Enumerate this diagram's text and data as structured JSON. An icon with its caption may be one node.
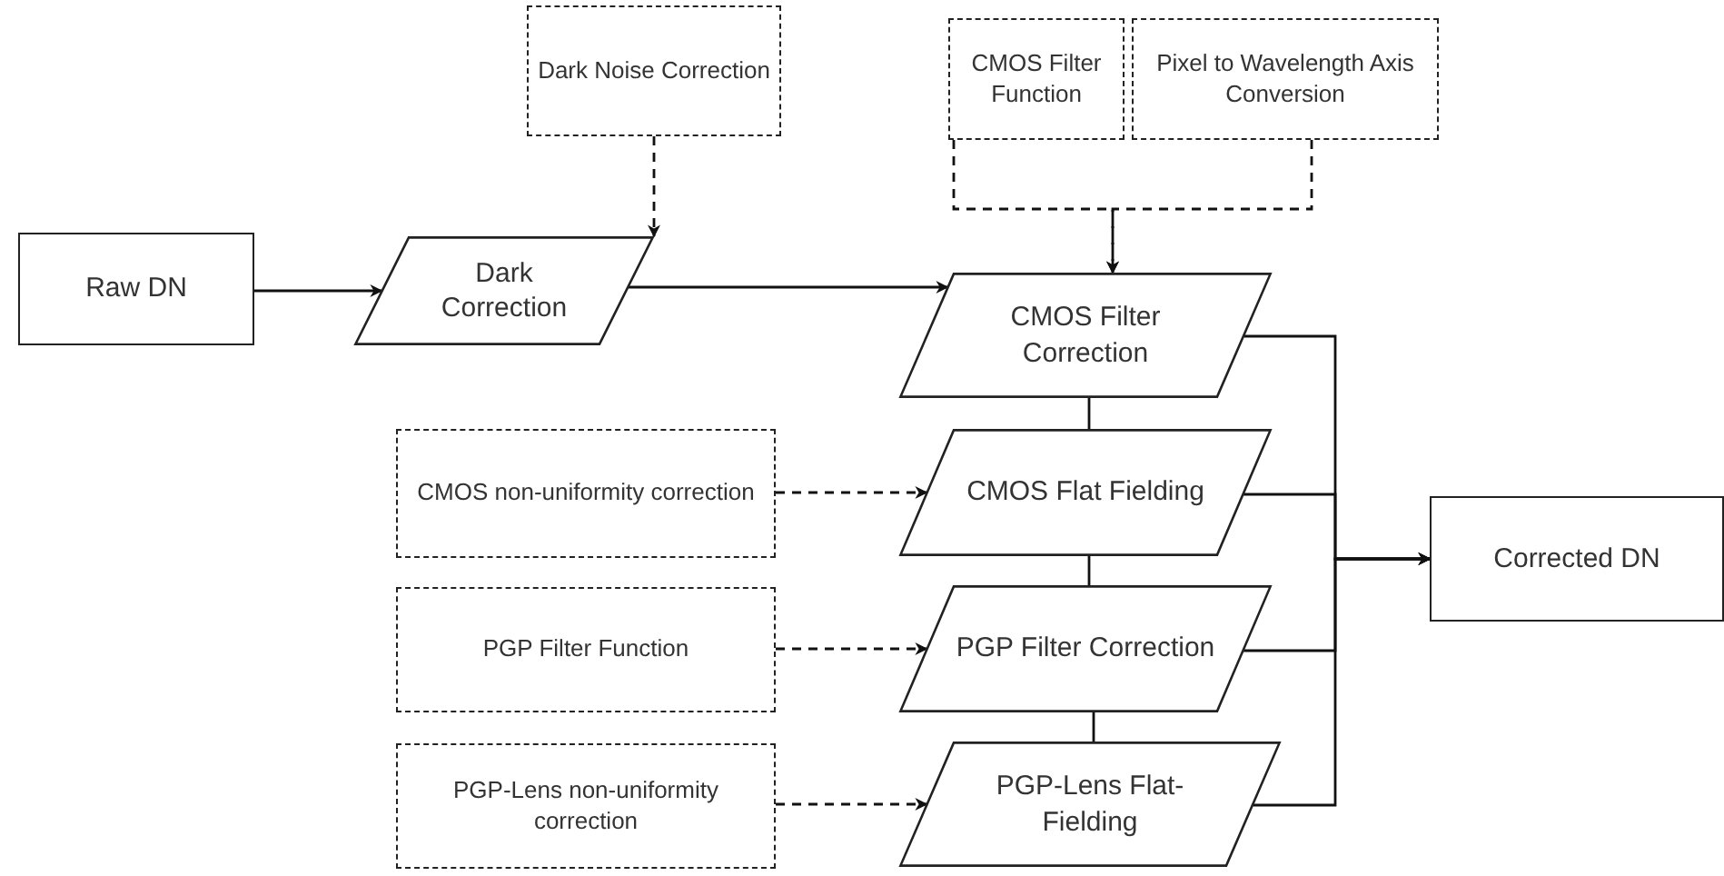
{
  "diagram": {
    "nodes": [
      {
        "text": [
          "Dark Noise Correction"
        ]
      },
      {
        "text": [
          "CMOS Filter Function"
        ]
      },
      {
        "text": [
          "Pixel to Wavelength Axis Conversion"
        ]
      },
      {
        "text": [
          "Raw DN"
        ]
      },
      {
        "text": [
          "Dark Correction"
        ]
      },
      {
        "text": [
          "CMOS Filter Correction"
        ]
      },
      {
        "text": [
          "CMOS non-uniformity correction"
        ]
      },
      {
        "text": [
          "CMOS Flat Fielding"
        ]
      },
      {
        "text": [
          "PGP Filter Function"
        ]
      },
      {
        "text": [
          "PGP Filter Correction"
        ]
      },
      {
        "text": [
          "PGP-Lens non-uniformity correction"
        ]
      },
      {
        "text": [
          "PGP-Lens Flat-Fielding"
        ]
      },
      {
        "text": [
          "Corrected DN"
        ]
      }
    ],
    "edges": [
      {
        "from": 0,
        "to": 4,
        "arrow": "to",
        "style": "dashed"
      },
      {
        "from": 1,
        "to": 5,
        "arrow": "to",
        "style": "dashed"
      },
      {
        "from": 2,
        "to": 5,
        "arrow": "to",
        "style": "dashed"
      },
      {
        "from": 3,
        "to": 4,
        "arrow": "to"
      },
      {
        "from": 4,
        "to": 5,
        "arrow": "to"
      },
      {
        "from": 6,
        "to": 7,
        "arrow": "to",
        "style": "dashed"
      },
      {
        "from": 8,
        "to": 9,
        "arrow": "to",
        "style": "dashed"
      },
      {
        "from": 10,
        "to": 11,
        "arrow": "to",
        "style": "dashed"
      },
      {
        "from": 5,
        "to": 7,
        "arrow": "none"
      },
      {
        "from": 7,
        "to": 9,
        "arrow": "none"
      },
      {
        "from": 9,
        "to": 11,
        "arrow": "none"
      },
      {
        "from": 5,
        "to": 12,
        "arrow": "to"
      },
      {
        "from": 7,
        "to": 12,
        "arrow": "to"
      },
      {
        "from": 9,
        "to": 12,
        "arrow": "to"
      },
      {
        "from": 11,
        "to": 12,
        "arrow": "to"
      }
    ]
  }
}
